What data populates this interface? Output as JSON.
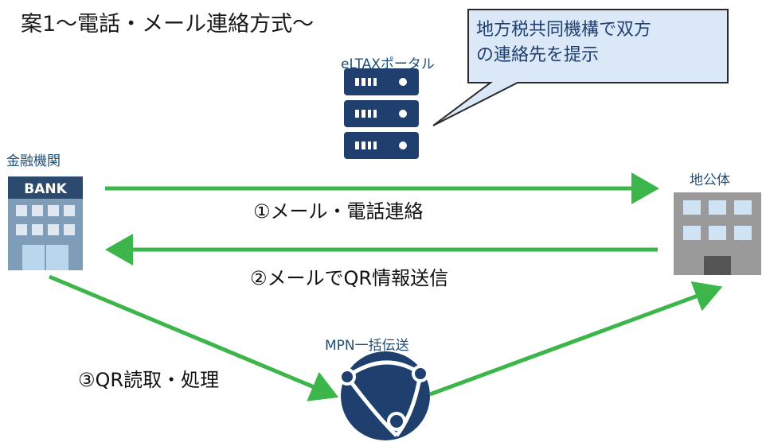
{
  "title": "案1〜電話・メール連絡方式〜",
  "nodes": {
    "portal": "eLTAXポータル",
    "bank": "金融機関",
    "bank_sign": "BANK",
    "gov": "地公体",
    "mpn": "MPN一括伝送"
  },
  "callout": {
    "line1": "地方税共同機構で双方",
    "line2": "の連絡先を提示"
  },
  "flows": {
    "f1": "①メール・電話連絡",
    "f2": "②メールでQR情報送信",
    "f3": "③QR読取・処理"
  },
  "colors": {
    "arrow": "#3cb54a",
    "server": "#1f3f6e",
    "callout_fill": "#dbe8f8",
    "callout_stroke": "#2a2a2a",
    "label": "#1f4e79"
  }
}
